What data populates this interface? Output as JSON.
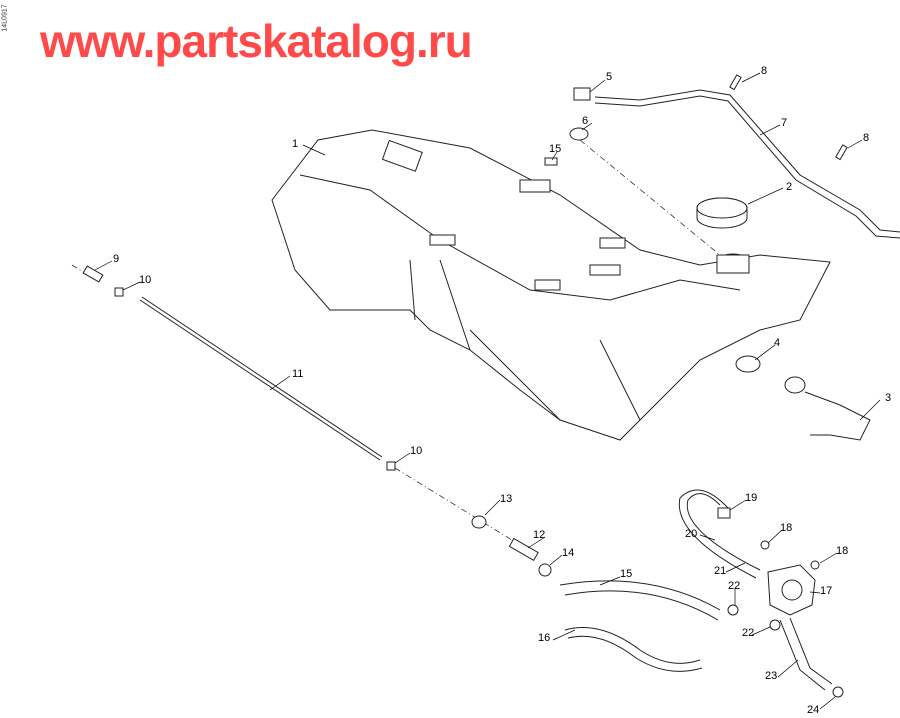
{
  "diagram_code": "14L0917",
  "watermark": "www.partskatalog.ru",
  "callouts": [
    "1",
    "2",
    "3",
    "4",
    "5",
    "6",
    "7",
    "8",
    "8",
    "9",
    "10",
    "11",
    "10",
    "13",
    "12",
    "14",
    "15",
    "15",
    "16",
    "17",
    "18",
    "18",
    "19",
    "20",
    "21",
    "22",
    "22",
    "23",
    "24"
  ],
  "colors": {
    "watermark": "#ff4a4a",
    "lines": "#222222"
  }
}
